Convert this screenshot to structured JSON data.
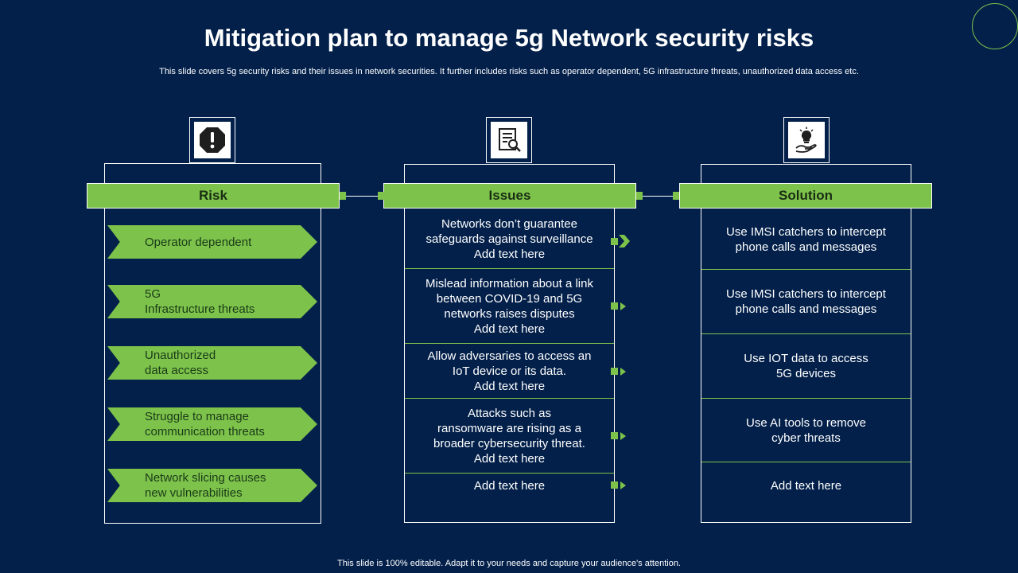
{
  "title": "Mitigation plan to manage 5g Network security risks",
  "subtitle": "This slide covers 5g security risks and their issues in network securities. It further includes risks such as  operator dependent, 5G infrastructure threats, unauthorized data access etc.",
  "footer": "This slide is 100% editable. Adapt it to your needs and capture your audience's attention.",
  "colors": {
    "background": "#03204a",
    "accent": "#7dc34b"
  },
  "columns": {
    "risk": {
      "header": "Risk",
      "icon": "warning-octagon-icon",
      "items": [
        {
          "line1": "Operator dependent",
          "line2": ""
        },
        {
          "line1": "5G",
          "line2": "Infrastructure  threats"
        },
        {
          "line1": "Unauthorized",
          "line2": "data access"
        },
        {
          "line1": "Struggle to manage",
          "line2": "communication threats"
        },
        {
          "line1": "Network slicing causes",
          "line2": "new vulnerabilities"
        }
      ]
    },
    "issues": {
      "header": "Issues",
      "icon": "document-search-icon",
      "items": [
        {
          "lines": [
            "Networks don’t guarantee",
            "safeguards against surveillance",
            "Add text here"
          ]
        },
        {
          "lines": [
            "Mislead information  about a link",
            "between COVID-19 and 5G",
            "networks raises disputes",
            "Add text here"
          ]
        },
        {
          "lines": [
            "Allow adversaries to access an",
            "IoT device or its data.",
            "Add text here"
          ]
        },
        {
          "lines": [
            "Attacks such as",
            "ransomware are rising as a",
            "broader cybersecurity threat.",
            "Add text here"
          ]
        },
        {
          "lines": [
            "Add text here"
          ]
        }
      ]
    },
    "solution": {
      "header": "Solution",
      "icon": "lightbulb-hand-icon",
      "items": [
        {
          "lines": [
            "Use IMSI catchers to intercept",
            "phone calls and messages"
          ]
        },
        {
          "lines": [
            "Use IMSI catchers to intercept",
            "phone calls and messages"
          ]
        },
        {
          "lines": [
            "Use IOT data to access",
            "5G devices"
          ]
        },
        {
          "lines": [
            "Use AI tools to remove",
            "cyber threats"
          ]
        },
        {
          "lines": [
            "Add text here"
          ]
        }
      ]
    }
  }
}
